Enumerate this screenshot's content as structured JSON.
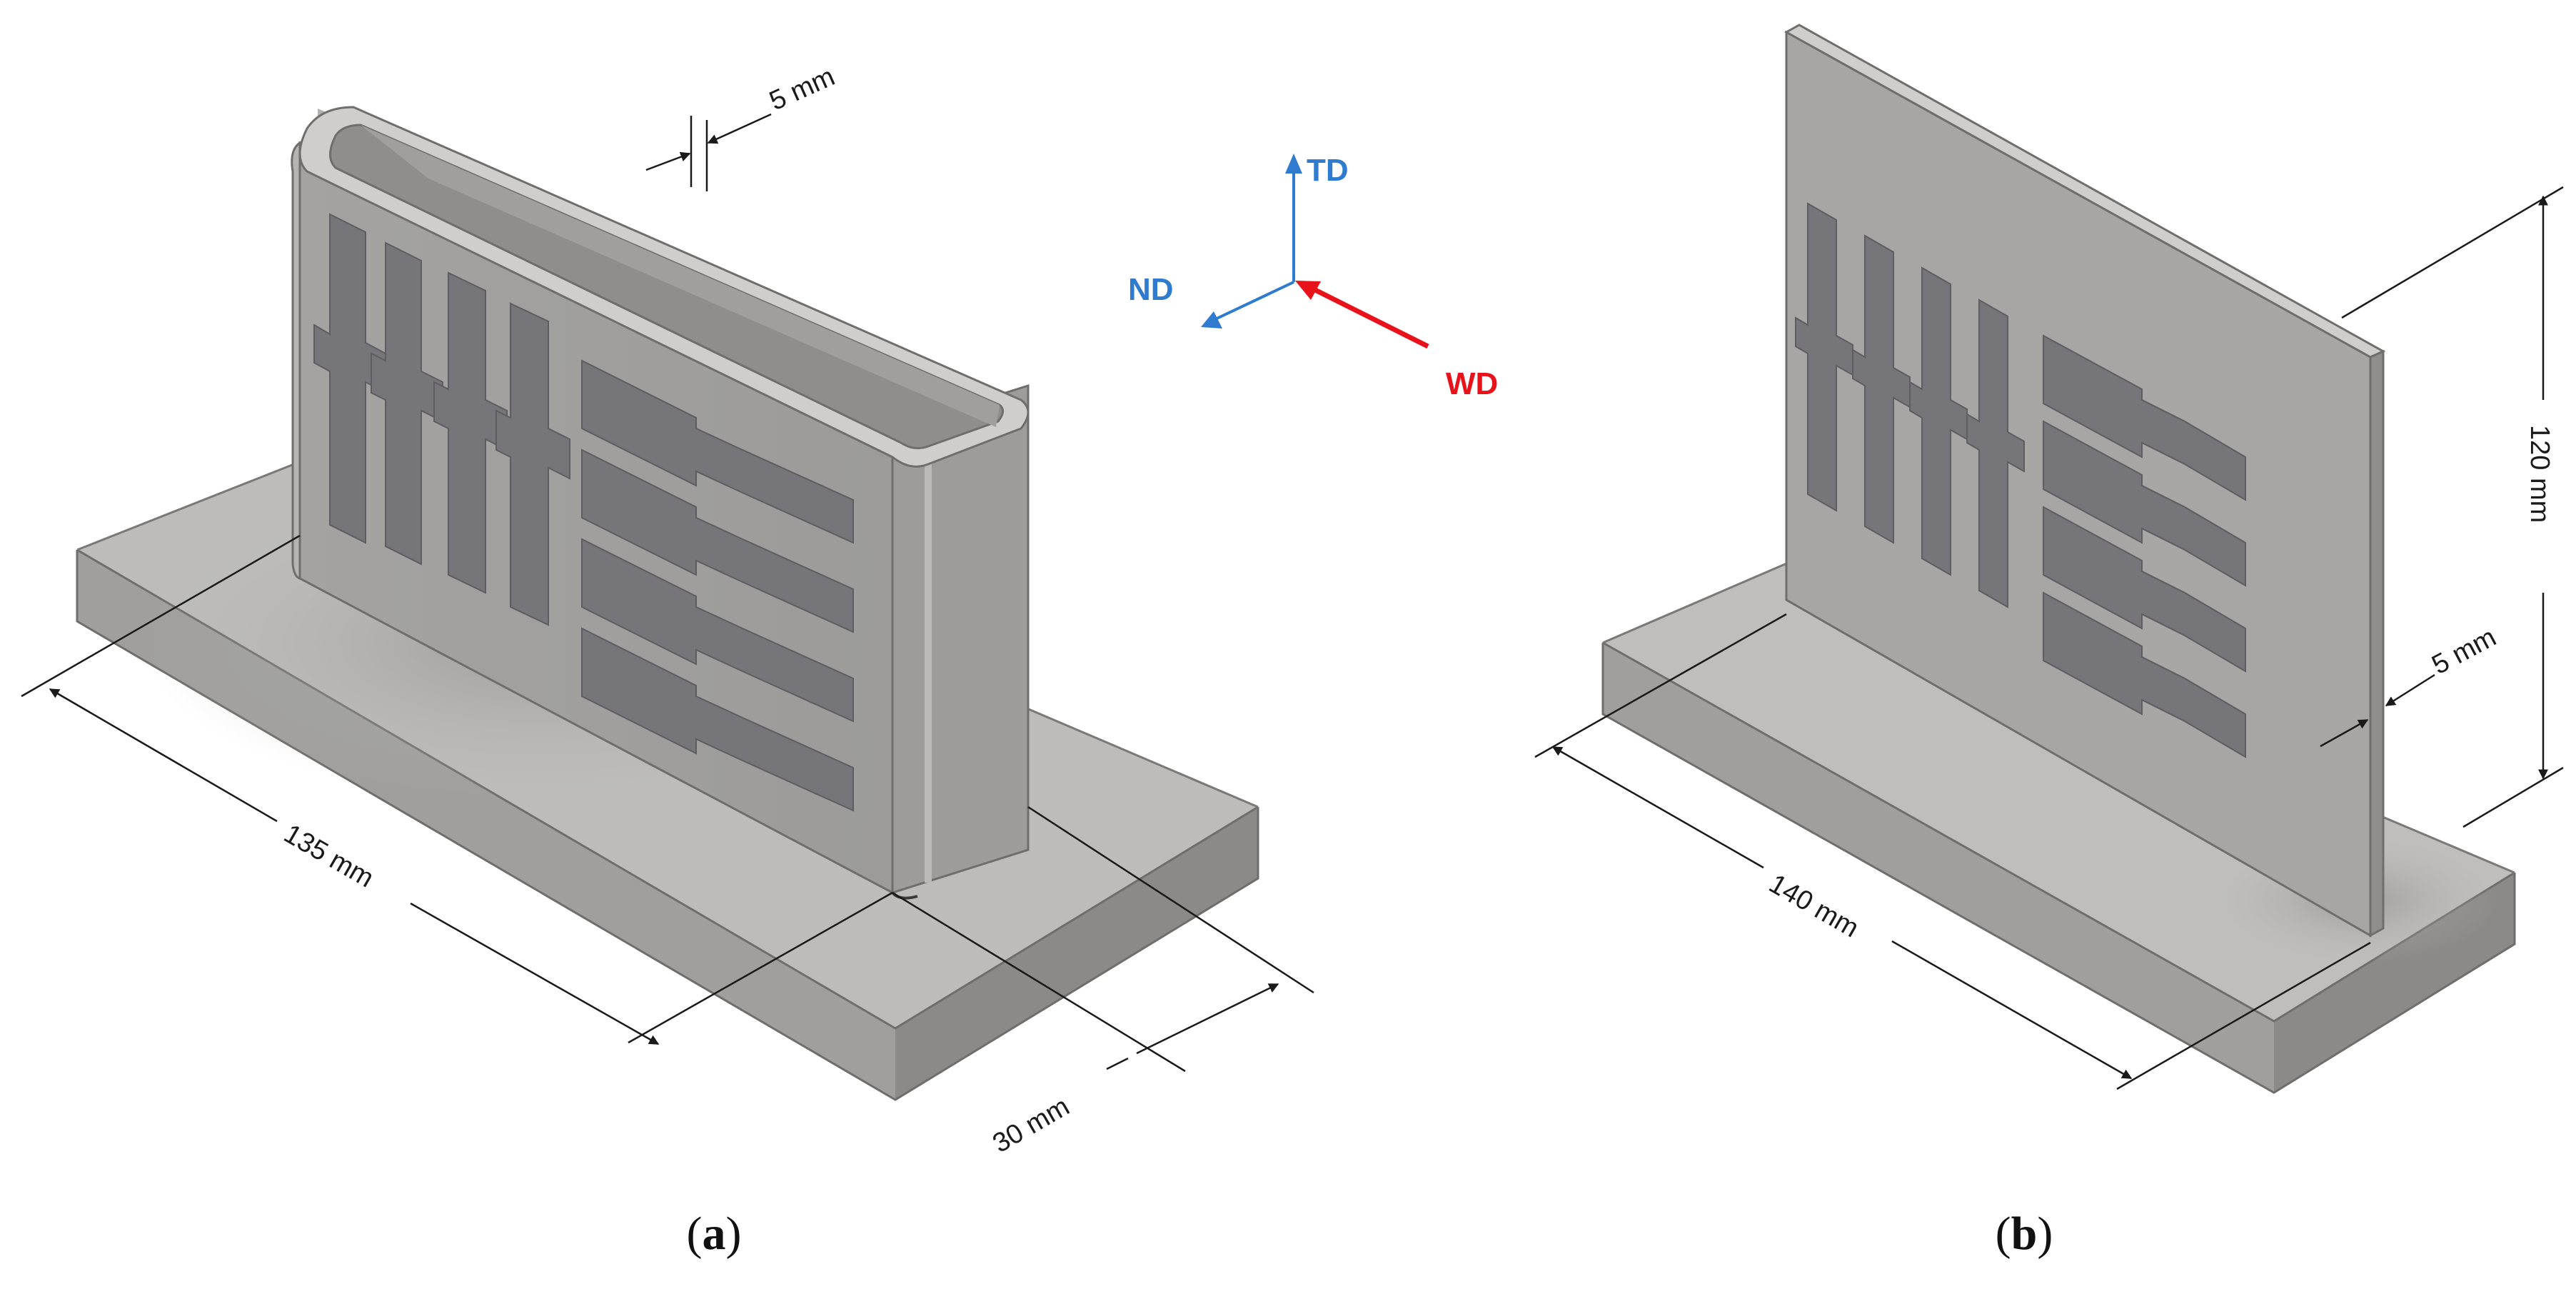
{
  "panels": [
    {
      "caption_open": "(",
      "caption_letter": "a",
      "caption_close": ")"
    },
    {
      "caption_open": "(",
      "caption_letter": "b",
      "caption_close": ")"
    }
  ],
  "dimensions": {
    "a_length": "135 mm",
    "a_depth": "30 mm",
    "a_wall": "5 mm",
    "b_length": "140 mm",
    "b_height": "120 mm",
    "b_wall": "5 mm"
  },
  "axes": {
    "td": "TD",
    "nd": "ND",
    "wd": "WD",
    "td_color": "#2e7bcf",
    "nd_color": "#2e7bcf",
    "wd_color": "#e8131a"
  },
  "colors": {
    "part_face": "#a6a5a4",
    "part_top": "#c2c1bf",
    "part_dark": "#8c8b89",
    "cutout": "#76757a"
  }
}
